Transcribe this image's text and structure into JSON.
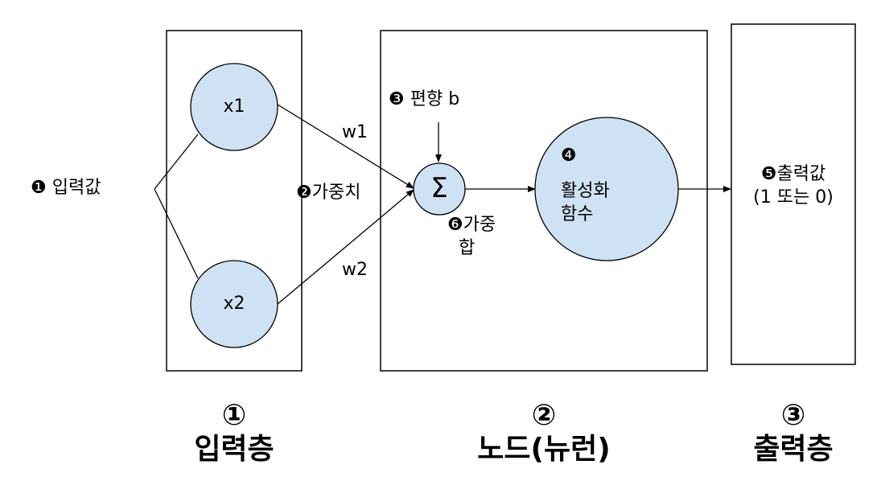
{
  "inputs": {
    "nodes": [
      "x1",
      "x2"
    ],
    "input_label": "❶ 입력값"
  },
  "weights": {
    "marker": "❷가중치",
    "w1": "w1",
    "w2": "w2"
  },
  "node": {
    "bias": "❸ 편향 b",
    "sum_symbol": "Σ",
    "weighted_sum": [
      "❻가중",
      "합"
    ],
    "activation": [
      "❹",
      "활성화",
      "함수"
    ]
  },
  "output": {
    "lines": [
      "❺출력값",
      "(1 또는 0)"
    ]
  },
  "layers": [
    {
      "number": "①",
      "name": "입력층"
    },
    {
      "number": "②",
      "name": "노드(뉴런)"
    },
    {
      "number": "③",
      "name": "출력층"
    }
  ],
  "colors": {
    "node_fill": "#cfe2f3",
    "stroke": "#000000",
    "background": "#ffffff"
  }
}
